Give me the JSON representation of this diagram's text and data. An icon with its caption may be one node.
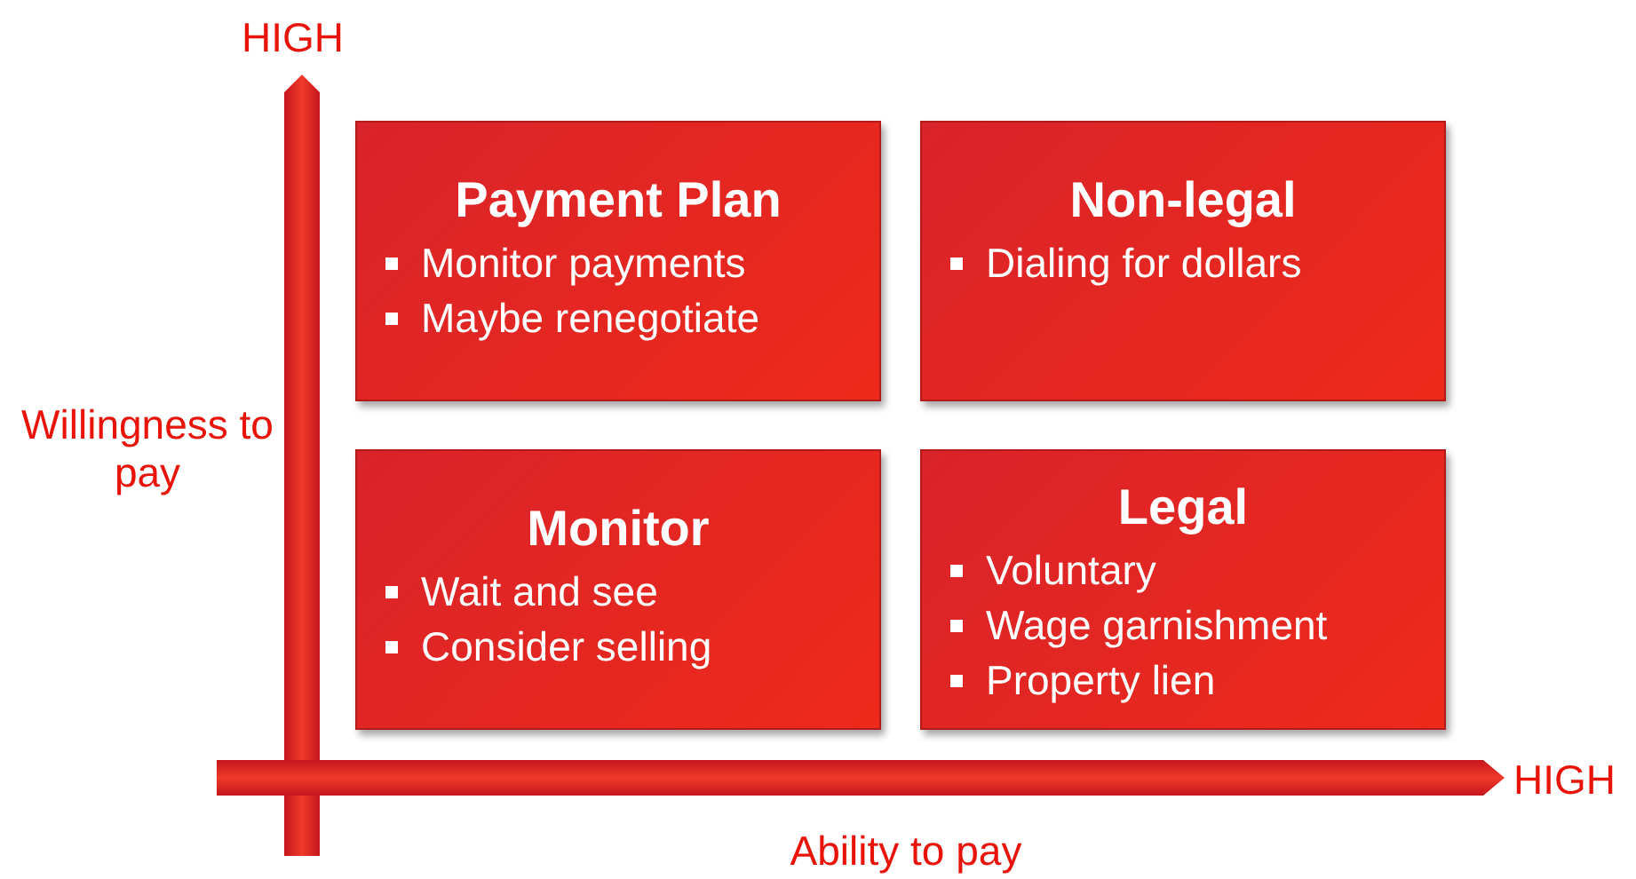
{
  "diagram": {
    "nodes": [
      {
        "text": [
          "Payment Plan",
          "Monitor payments",
          "Maybe renegotiate"
        ]
      },
      {
        "text": [
          "Non-legal",
          "Dialing for dollars"
        ]
      },
      {
        "text": [
          "Monitor",
          "Wait and see",
          "Consider selling"
        ]
      },
      {
        "text": [
          "Legal",
          "Voluntary",
          "Wage garnishment",
          "Property lien"
        ]
      }
    ],
    "labels": [
      "HIGH",
      "Willingness to pay",
      "HIGH",
      "Ability to pay"
    ]
  }
}
